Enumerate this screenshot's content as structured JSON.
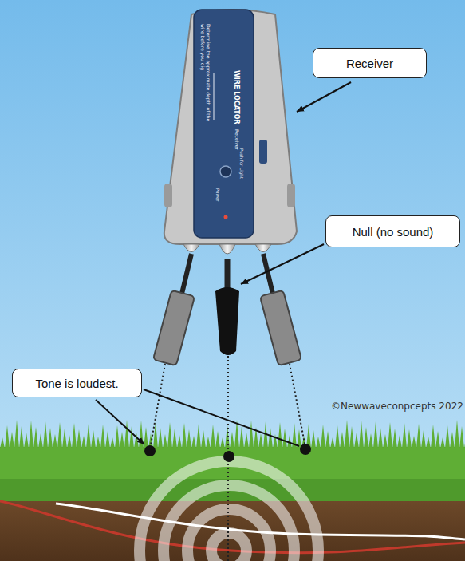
{
  "diagram": {
    "nodes": [
      {
        "text": [
          "Receiver"
        ]
      },
      {
        "text": [
          "Null (no sound)"
        ]
      },
      {
        "text": [
          "Tone is loudest."
        ]
      }
    ],
    "labels": [
      "Determine the approximate depth of the wire before you dig",
      "WIRE LOCATOR",
      "Receiver",
      "Push for Light",
      "Power",
      "©Newwaveconpcepts 2022"
    ]
  }
}
